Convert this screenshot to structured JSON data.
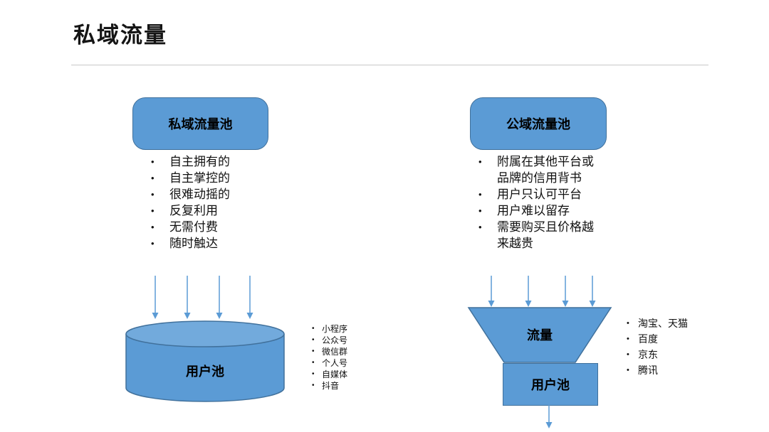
{
  "slide": {
    "title": "私域流量"
  },
  "glyphs": {
    "bullet": "•"
  },
  "colors": {
    "shape_fill": "#5B9BD5",
    "shape_top_highlight": "#72AADC",
    "shape_border": "#41719C",
    "arrow": "#5B9BD5",
    "divider": "#C8C8C8"
  },
  "left": {
    "pool_label": "私域流量池",
    "bullets": [
      "自主拥有的",
      "自主掌控的",
      "很难动摇的",
      "反复利用",
      "无需付费",
      "随时触达"
    ],
    "cylinder_label": "用户池",
    "channels": [
      "小程序",
      "公众号",
      "微信群",
      "个人号",
      "自媒体",
      "抖音"
    ]
  },
  "right": {
    "pool_label": "公域流量池",
    "bullets": [
      "附属在其他平台或品牌的信用背书",
      "用户只认可平台",
      "用户难以留存",
      "需要购买且价格越来越贵"
    ],
    "funnel_label": "流量",
    "box_label": "用户池",
    "platforms": [
      "淘宝、天猫",
      "百度",
      "京东",
      "腾讯"
    ]
  }
}
